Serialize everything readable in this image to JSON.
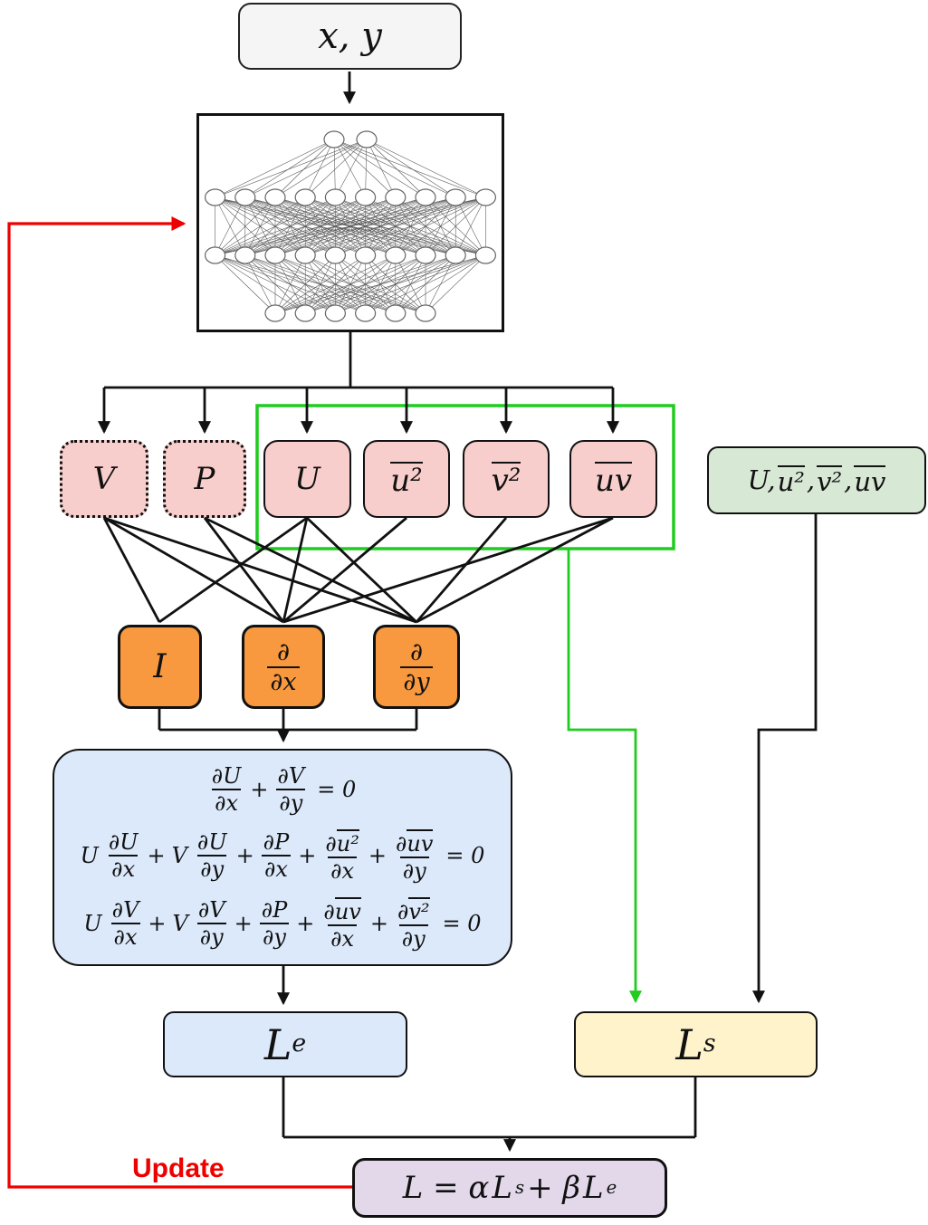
{
  "colors": {
    "input_fill": "#F5F5F5",
    "output_box_fill": "#F8CECC",
    "operator_fill": "#F8993F",
    "equation_fill": "#DCE9FB",
    "supervised_fill": "#FFF3CC",
    "total_fill": "#E2D8EA",
    "data_fill": "#D7E8D5",
    "highlight_green": "#1FCC1F",
    "update_red": "#EE0000",
    "wire_black": "#111111"
  },
  "diagram": {
    "input_box": {
      "label": "x, y"
    },
    "network": {
      "description": "fully-connected neural network",
      "layers": [
        2,
        10,
        10,
        6
      ]
    },
    "output_boxes": [
      {
        "label": "V",
        "dotted": true,
        "overline": false
      },
      {
        "label": "P",
        "dotted": true,
        "overline": false
      },
      {
        "label": "U",
        "dotted": false,
        "overline": false
      },
      {
        "label": "u²",
        "dotted": false,
        "overline": true
      },
      {
        "label": "v²",
        "dotted": false,
        "overline": true
      },
      {
        "label": "uv",
        "dotted": false,
        "overline": true
      }
    ],
    "data_box": {
      "p1": "U,",
      "ov1": "u²",
      "c1": ",",
      "ov2": "v²",
      "c2": ",",
      "ov3": "uv"
    },
    "operator_boxes": {
      "identity": {
        "label": "I"
      },
      "ddx": {
        "num": "∂",
        "den": "∂x"
      },
      "ddy": {
        "num": "∂",
        "den": "∂y"
      }
    },
    "operator_inputs": {
      "I": [
        "V",
        "U"
      ],
      "d/dx": [
        "V",
        "P",
        "U",
        "u²",
        "uv"
      ],
      "d/dy": [
        "V",
        "P",
        "U",
        "v²",
        "uv"
      ]
    },
    "equations": {
      "eq1": {
        "f1n": "∂U",
        "f1d": "∂x",
        "op1": "+",
        "f2n": "∂V",
        "f2d": "∂y",
        "rhs": "= 0"
      },
      "eq2": {
        "c1": "U",
        "f1n": "∂U",
        "f1d": "∂x",
        "op1": "+",
        "c2": "V",
        "f2n": "∂U",
        "f2d": "∂y",
        "op2": "+",
        "f3n": "∂P",
        "f3d": "∂x",
        "op3": "+",
        "f4p": "∂",
        "f4o": "u²",
        "f4d": "∂x",
        "op4": "+",
        "f5p": "∂",
        "f5o": "uv",
        "f5d": "∂y",
        "rhs": "= 0"
      },
      "eq3": {
        "c1": "U",
        "f1n": "∂V",
        "f1d": "∂x",
        "op1": "+",
        "c2": "V",
        "f2n": "∂V",
        "f2d": "∂y",
        "op2": "+",
        "f3n": "∂P",
        "f3d": "∂y",
        "op3": "+",
        "f4p": "∂",
        "f4o": "uv",
        "f4d": "∂x",
        "op4": "+",
        "f5p": "∂",
        "f5o": "v²",
        "f5d": "∂y",
        "rhs": "= 0"
      }
    },
    "loss_boxes": {
      "equation_loss": {
        "base": "L",
        "sub": "e"
      },
      "supervised_loss": {
        "base": "L",
        "sub": "s"
      },
      "total_loss": {
        "p1": "L = α",
        "b1": "L",
        "s1": "s",
        "p2": "+ β",
        "b2": "L",
        "s2": "e"
      }
    },
    "update_label": "Update"
  }
}
